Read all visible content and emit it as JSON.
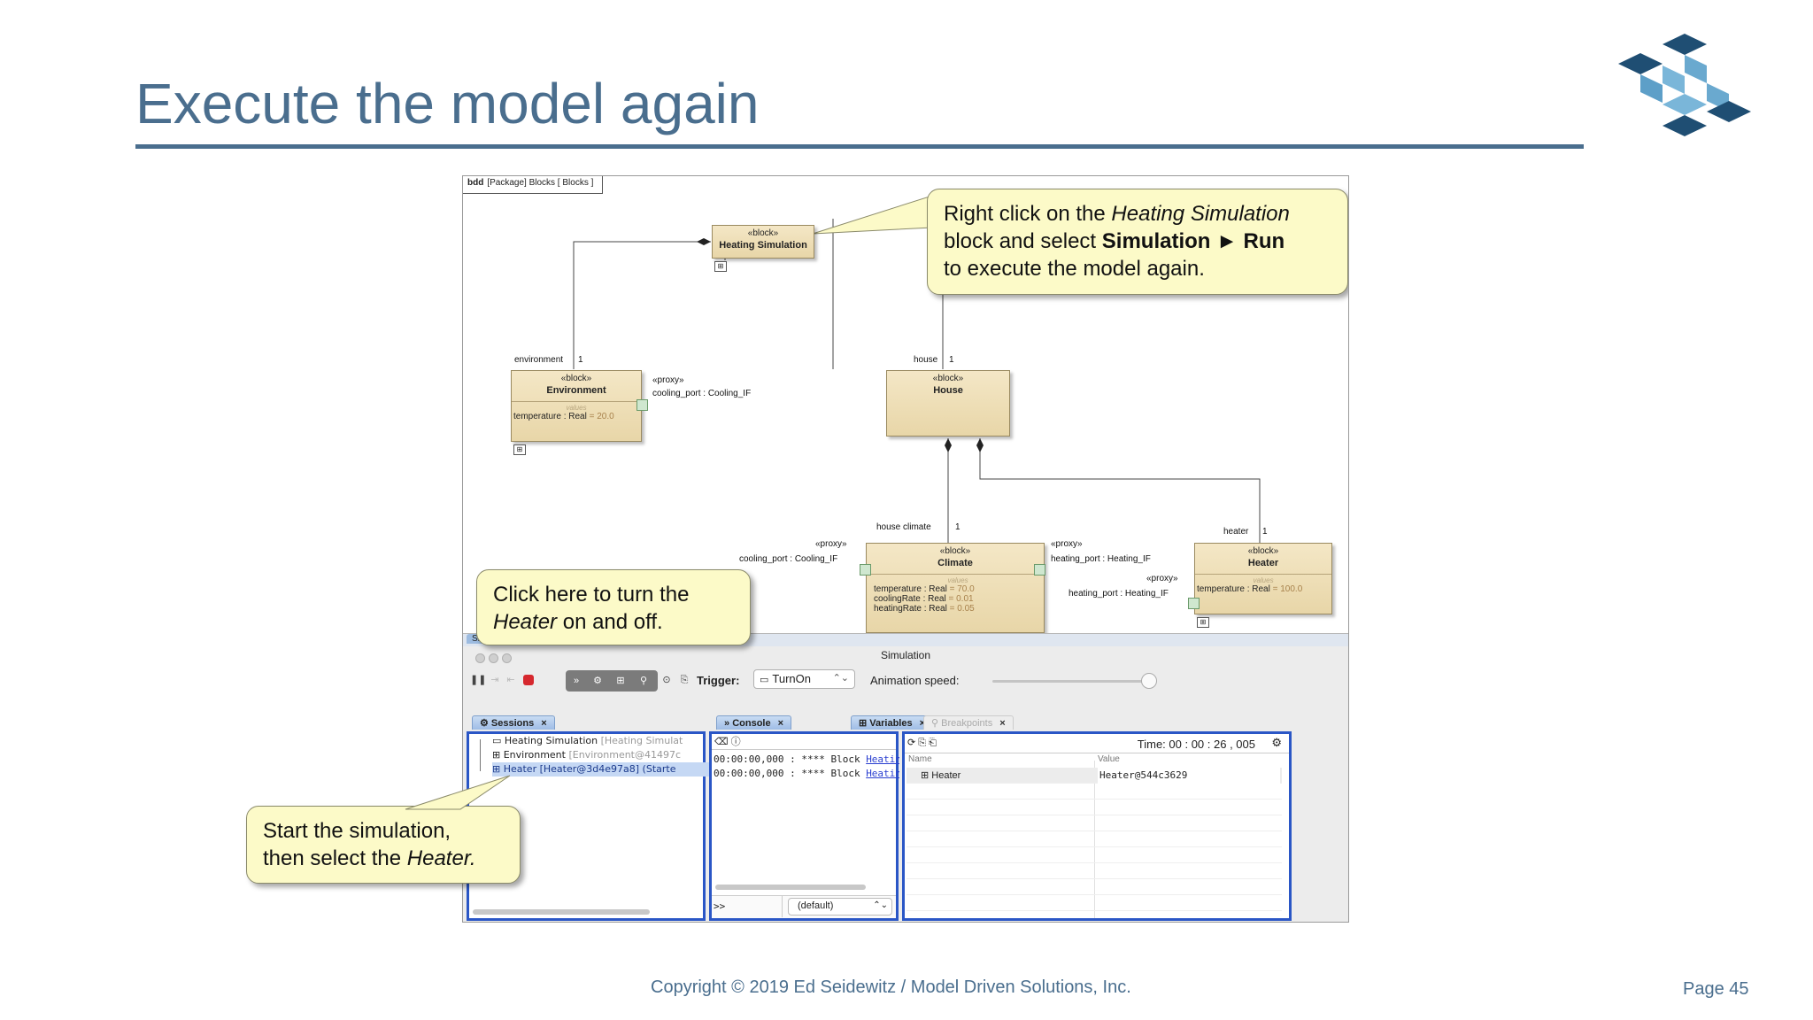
{
  "slide": {
    "title": "Execute the model again",
    "footer": "Copyright © 2019 Ed Seidewitz / Model Driven Solutions, Inc.",
    "page": "Page 45"
  },
  "colors": {
    "title_blue": "#4a6e8e",
    "callout_fill": "#fcfac8",
    "block_fill": "#f0e1b8",
    "panel_border": "#2a56c6",
    "stop_red": "#d6282e"
  },
  "diagram": {
    "frame_kind": "bdd",
    "frame_label": "[Package] Blocks [ Blocks ]",
    "blocks": {
      "heating_simulation": {
        "stereotype": "«block»",
        "name": "Heating Simulation"
      },
      "environment": {
        "stereotype": "«block»",
        "name": "Environment",
        "compartment": "values",
        "property": "temperature : Real",
        "default": "= 20.0"
      },
      "house": {
        "stereotype": "«block»",
        "name": "House"
      },
      "climate": {
        "stereotype": "«block»",
        "name": "Climate",
        "compartment": "values",
        "properties": [
          {
            "text": "temperature : Real",
            "default": "= 70.0"
          },
          {
            "text": "coolingRate : Real",
            "default": "= 0.01"
          },
          {
            "text": "heatingRate : Real",
            "default": "= 0.05"
          }
        ]
      },
      "heater": {
        "stereotype": "«block»",
        "name": "Heater",
        "compartment": "values",
        "property": "temperature : Real",
        "default": "= 100.0"
      }
    },
    "roles": {
      "environment": "environment",
      "environment_mult": "1",
      "house": "house",
      "house_mult": "1",
      "house_climate": "house climate",
      "house_climate_mult": "1",
      "heater": "heater",
      "heater_mult": "1"
    },
    "ports": {
      "proxy": "«proxy»",
      "env_cooling": "cooling_port : Cooling_IF",
      "climate_cooling": "cooling_port : Cooling_IF",
      "climate_heating": "heating_port : Heating_IF",
      "heater_heating": "heating_port : Heating_IF"
    }
  },
  "callouts": {
    "run": {
      "line1_a": "Right click on the ",
      "line1_i": "Heating Simulation",
      "line2_a": "block and select ",
      "line2_b": "Simulation ► Run",
      "line3": "to execute the model again."
    },
    "turn": {
      "line1": "Click here to turn the",
      "line2_i": "Heater",
      "line2_a": " on and off."
    },
    "start": {
      "line1": "Start the simulation,",
      "line2_a": "then select the ",
      "line2_i": "Heater."
    }
  },
  "simulation": {
    "top_tab": "Simulation",
    "window_title": "Simulation",
    "trigger_label": "Trigger:",
    "trigger_value": "TurnOn",
    "animation_label": "Animation speed:",
    "animation_speed": 0.85,
    "sessions": {
      "tab": "Sessions",
      "rows": [
        {
          "name": "Heating Simulation",
          "detail": " [Heating Simulat"
        },
        {
          "name": "Environment",
          "detail": " [Environment@41497c"
        },
        {
          "name": "Heater [Heater@3d4e97a8] (Starte",
          "detail": ""
        }
      ]
    },
    "console": {
      "tab": "Console",
      "lines": [
        {
          "prefix": "00:00:00,000 : **** Block ",
          "link": "Heating Simula"
        },
        {
          "prefix": "00:00:00,000 : **** Block ",
          "link": "Heating Simula"
        }
      ],
      "prompt": ">>",
      "context": "(default)"
    },
    "variables": {
      "tab": "Variables",
      "tab2": "Breakpoints",
      "time": "Time: 00 : 00 : 26 , 005",
      "col_name": "Name",
      "col_value": "Value",
      "rows": [
        {
          "name": "Heater",
          "value": "Heater@544c3629"
        }
      ]
    }
  }
}
